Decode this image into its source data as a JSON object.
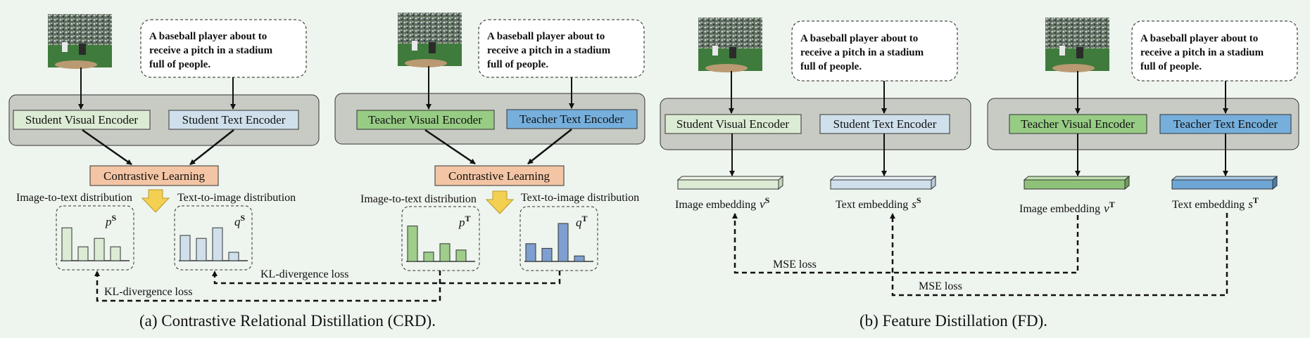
{
  "caption": {
    "a": "(a) Contrastive Relational Distillation (CRD).",
    "b": "(b) Feature Distillation (FD)."
  },
  "input_text": "A baseball player about to receive a pitch in a stadium full of people.",
  "encoders": {
    "student_visual": "Student Visual Encoder",
    "student_text": "Student Text Encoder",
    "teacher_visual": "Teacher Visual Encoder",
    "teacher_text": "Teacher Text Encoder"
  },
  "contrastive_label": "Contrastive Learning",
  "dist": {
    "i2t": "Image-to-text distribution",
    "t2i": "Text-to-image distribution",
    "p": "p",
    "q": "q",
    "sup_s": "S",
    "sup_t": "T",
    "p_student": [
      0.78,
      0.33,
      0.53,
      0.33
    ],
    "q_student": [
      0.6,
      0.53,
      0.78,
      0.2
    ],
    "p_teacher": [
      0.84,
      0.22,
      0.42,
      0.27
    ],
    "q_teacher": [
      0.42,
      0.31,
      0.9,
      0.13
    ]
  },
  "losses": {
    "kl": "KL-divergence loss",
    "mse": "MSE loss"
  },
  "embeddings": {
    "image": "Image embedding",
    "text": "Text embedding",
    "v": "v",
    "s": "s"
  },
  "colors": {
    "green_light": "#dcebd3",
    "blue_light": "#cfe0ec",
    "green": "#9fcd8a",
    "blue": "#7e9fcf",
    "green_enc": "#97cc84",
    "blue_enc": "#76afdc",
    "orange": "#f4c5a4",
    "grey_panel": "#c8cbc4",
    "arrow_yellow": "#f3cf52"
  }
}
